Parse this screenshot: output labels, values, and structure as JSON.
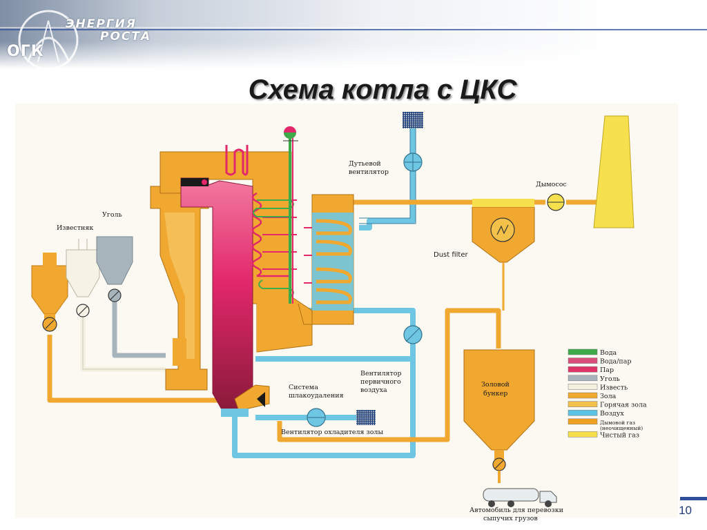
{
  "header": {
    "logo_line1": "ЭНЕРГИЯ",
    "logo_line2": "РОСТА",
    "logo_abbr": "ОГК"
  },
  "title": "Схема котла с ЦКС",
  "page_number": "10",
  "labels": {
    "blower_fan": "Дутьевой",
    "blower_fan2": "вентилятор",
    "smoke_exhauster": "Дымосос",
    "coal": "Уголь",
    "limestone": "Известняк",
    "dust_filter": "Dust filter",
    "primary_air_fan1": "Вентилятор",
    "primary_air_fan2": "первичного",
    "primary_air_fan3": "воздуха",
    "slag_removal1": "Система",
    "slag_removal2": "шлакоудаления",
    "ash_cooler_fan": "Вентилятор охладителя золы",
    "ash_bunker1": "Золовой",
    "ash_bunker2": "бункер",
    "truck1": "Автомобиль для перевозки",
    "truck2": "сыпучих грузов"
  },
  "legend": [
    {
      "label": "Вода",
      "color": "#3daa4a"
    },
    {
      "label": "Вода/пар",
      "color": "#d94f7a"
    },
    {
      "label": "Пар",
      "color": "#e0336a"
    },
    {
      "label": "Уголь",
      "color": "#a8b4bc"
    },
    {
      "label": "Известь",
      "color": "#f4f0e0"
    },
    {
      "label": "Зола",
      "color": "#f0a830"
    },
    {
      "label": "Горячая зола",
      "color": "#f3c14a"
    },
    {
      "label": "Воздух",
      "color": "#5cc2e2"
    },
    {
      "label": "Дымовой газ",
      "sub": "(неочищенный)",
      "color": "#f0a020"
    },
    {
      "label": "Чистый газ",
      "color": "#f7df4a"
    }
  ],
  "colors": {
    "ash": "#f0a830",
    "hot_ash": "#f3c14a",
    "air": "#6ec6e2",
    "coal": "#a8b4bc",
    "clean_gas": "#f7e04e",
    "water": "#3daa4a",
    "steam": "#e0336a",
    "header_blue": "#2f4f9a"
  }
}
